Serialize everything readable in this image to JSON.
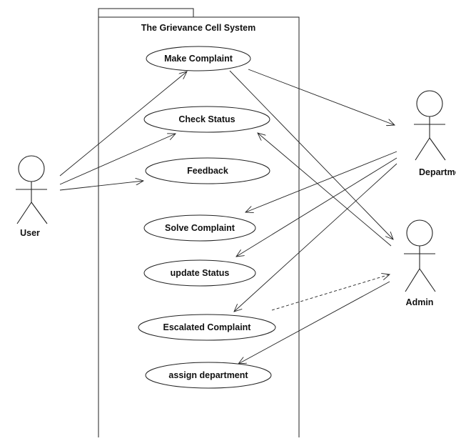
{
  "diagram": {
    "type": "uml-use-case",
    "system": {
      "title": "The Grievance Cell System"
    },
    "use_cases": [
      {
        "id": "make_complaint",
        "label": "Make Complaint"
      },
      {
        "id": "check_status",
        "label": "Check Status"
      },
      {
        "id": "feedback",
        "label": "Feedback"
      },
      {
        "id": "solve_complaint",
        "label": "Solve Complaint"
      },
      {
        "id": "update_status",
        "label": "update Status"
      },
      {
        "id": "escalated_complaint",
        "label": "Escalated Complaint"
      },
      {
        "id": "assign_department",
        "label": "assign department"
      }
    ],
    "actors": [
      {
        "id": "user",
        "label": "User"
      },
      {
        "id": "department",
        "label": "Departmen"
      },
      {
        "id": "admin",
        "label": "Admin"
      }
    ],
    "connections": [
      {
        "from": "user",
        "to": "make_complaint",
        "style": "solid-arrow"
      },
      {
        "from": "user",
        "to": "check_status",
        "style": "solid-arrow"
      },
      {
        "from": "user",
        "to": "feedback",
        "style": "solid-arrow"
      },
      {
        "from": "make_complaint",
        "to": "department",
        "style": "solid-arrow"
      },
      {
        "from": "make_complaint",
        "to": "admin",
        "style": "solid-arrow"
      },
      {
        "from": "admin",
        "to": "check_status",
        "style": "solid-arrow"
      },
      {
        "from": "department",
        "to": "solve_complaint",
        "style": "solid-arrow"
      },
      {
        "from": "department",
        "to": "update_status",
        "style": "solid-arrow"
      },
      {
        "from": "department",
        "to": "escalated_complaint",
        "style": "solid-arrow"
      },
      {
        "from": "escalated_complaint",
        "to": "admin",
        "style": "dashed-arrow"
      },
      {
        "from": "admin",
        "to": "assign_department",
        "style": "solid-arrow"
      }
    ]
  }
}
